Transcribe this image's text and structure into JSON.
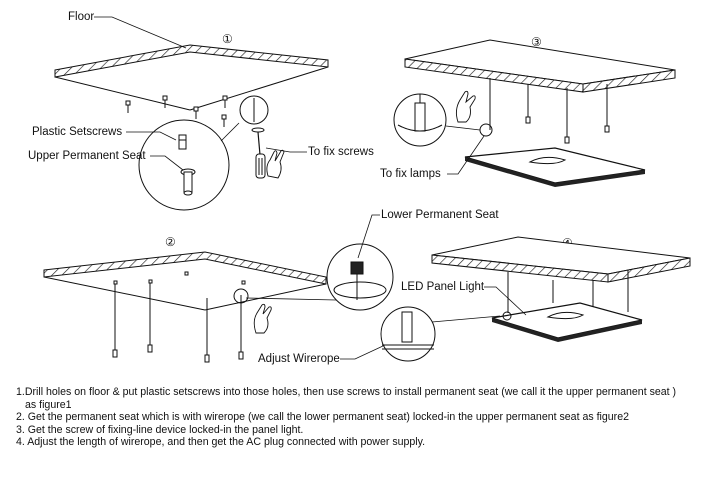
{
  "figures": [
    {
      "number": "①",
      "labels": {
        "floor": "Floor",
        "setscrews": "Plastic Setscrews",
        "upper_seat": "Upper Permanent Seat",
        "fix_screws": "To fix screws"
      }
    },
    {
      "number": "②",
      "labels": {
        "lower_seat": "Lower Permanent Seat",
        "adjust_wirerope": "Adjust Wirerope"
      }
    },
    {
      "number": "③",
      "labels": {
        "fix_lamps": "To fix lamps"
      }
    },
    {
      "number": "④",
      "labels": {
        "led_panel": "LED Panel Light"
      }
    }
  ],
  "instructions": {
    "step1_line1": "1.Drill holes on floor & put plastic setscrews into those holes, then use screws to install permanent seat (we call it the upper permanent seat )",
    "step1_line2": "as figure1",
    "step2": "2. Get the permanent seat which is with wirerope (we call the lower permanent seat) locked-in the upper permanent seat as figure2",
    "step3": "3. Get the screw of fixing-line device locked-in the panel light.",
    "step4": "4. Adjust the length of wirerope, and then get the AC plug connected with power supply."
  }
}
